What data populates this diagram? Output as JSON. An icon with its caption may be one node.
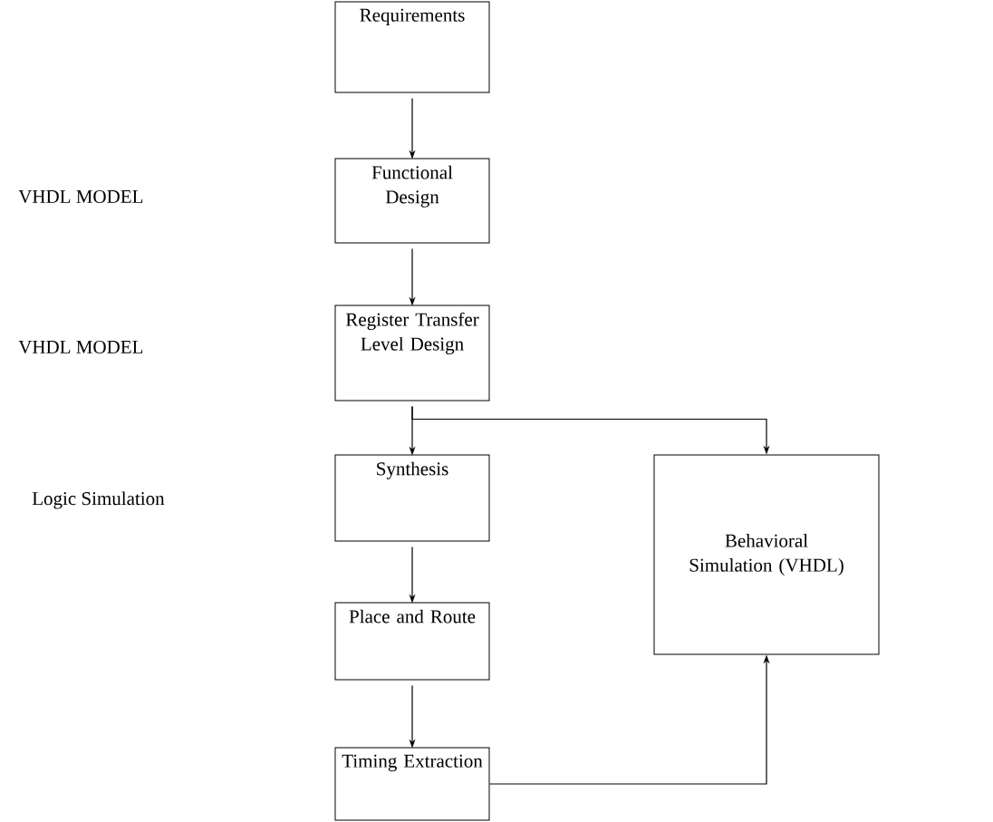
{
  "diagram": {
    "nodes": [
      {
        "text": [
          "Requirements"
        ]
      },
      {
        "text": [
          "Functional Design"
        ]
      },
      {
        "text": [
          "Register Transfer Level Design"
        ]
      },
      {
        "text": [
          "Synthesis"
        ]
      },
      {
        "text": [
          "Place and Route"
        ]
      },
      {
        "text": [
          "Timing Extraction"
        ]
      },
      {
        "text": [
          "Behavioral Simulation (VHDL)"
        ]
      }
    ],
    "edges": [
      {
        "from": 0,
        "to": 1,
        "arrow": "to"
      },
      {
        "from": 1,
        "to": 2,
        "arrow": "to"
      },
      {
        "from": 2,
        "to": 3,
        "arrow": "to"
      },
      {
        "from": 2,
        "to": 6,
        "arrow": "to"
      },
      {
        "from": 3,
        "to": 4,
        "arrow": "to"
      },
      {
        "from": 4,
        "to": 5,
        "arrow": "to"
      },
      {
        "from": 5,
        "to": 6,
        "arrow": "to"
      }
    ],
    "labels": [
      "VHDL MODEL",
      "VHDL MODEL",
      "Logic Simulation"
    ]
  }
}
